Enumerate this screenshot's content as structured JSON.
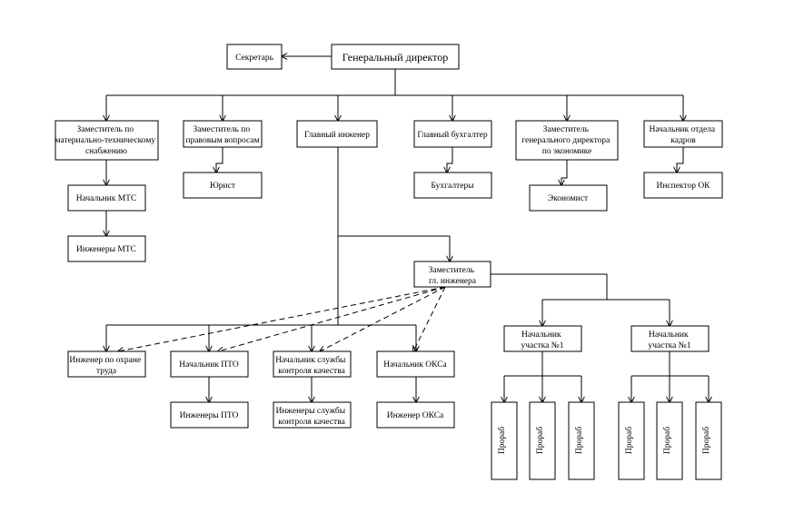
{
  "org_chart": {
    "nodes": {
      "secretary": "Секретарь",
      "general_director": "Генеральный директор",
      "deputy_supply": [
        "Заместитель по",
        "материально-техническому",
        "снабжению"
      ],
      "deputy_legal": [
        "Заместитель по",
        "правовым вопросам"
      ],
      "chief_engineer": "Главный инженер",
      "chief_accountant": "Главный бухгалтер",
      "deputy_economics": [
        "Заместитель",
        "генерального директора",
        "по экономике"
      ],
      "head_hr": [
        "Начальник отдела",
        "кадров"
      ],
      "head_mts": "Начальник МТС",
      "engineers_mts": "Инженеры МТС",
      "lawyer": "Юрист",
      "accountants": "Бухгалтеры",
      "economist": "Экономист",
      "inspector_ok": "Инспектор ОК",
      "deputy_chief_engineer": [
        "Заместитель",
        "гл. инженера"
      ],
      "safety_engineer": [
        "Инженер по охране",
        "труда"
      ],
      "head_pto": "Начальник ПТО",
      "head_quality": [
        "Начальник службы",
        "контроля качества"
      ],
      "head_oks": "Начальник ОКСа",
      "engineers_pto": "Инженеры ПТО",
      "engineers_quality": [
        "Инженеры службы",
        "контроля качества"
      ],
      "engineer_oks": "Инженер ОКСа",
      "site_head_1": [
        "Начальник",
        "участка №1"
      ],
      "site_head_2": [
        "Начальник",
        "участка №1"
      ],
      "foreman": "Прораб"
    }
  }
}
